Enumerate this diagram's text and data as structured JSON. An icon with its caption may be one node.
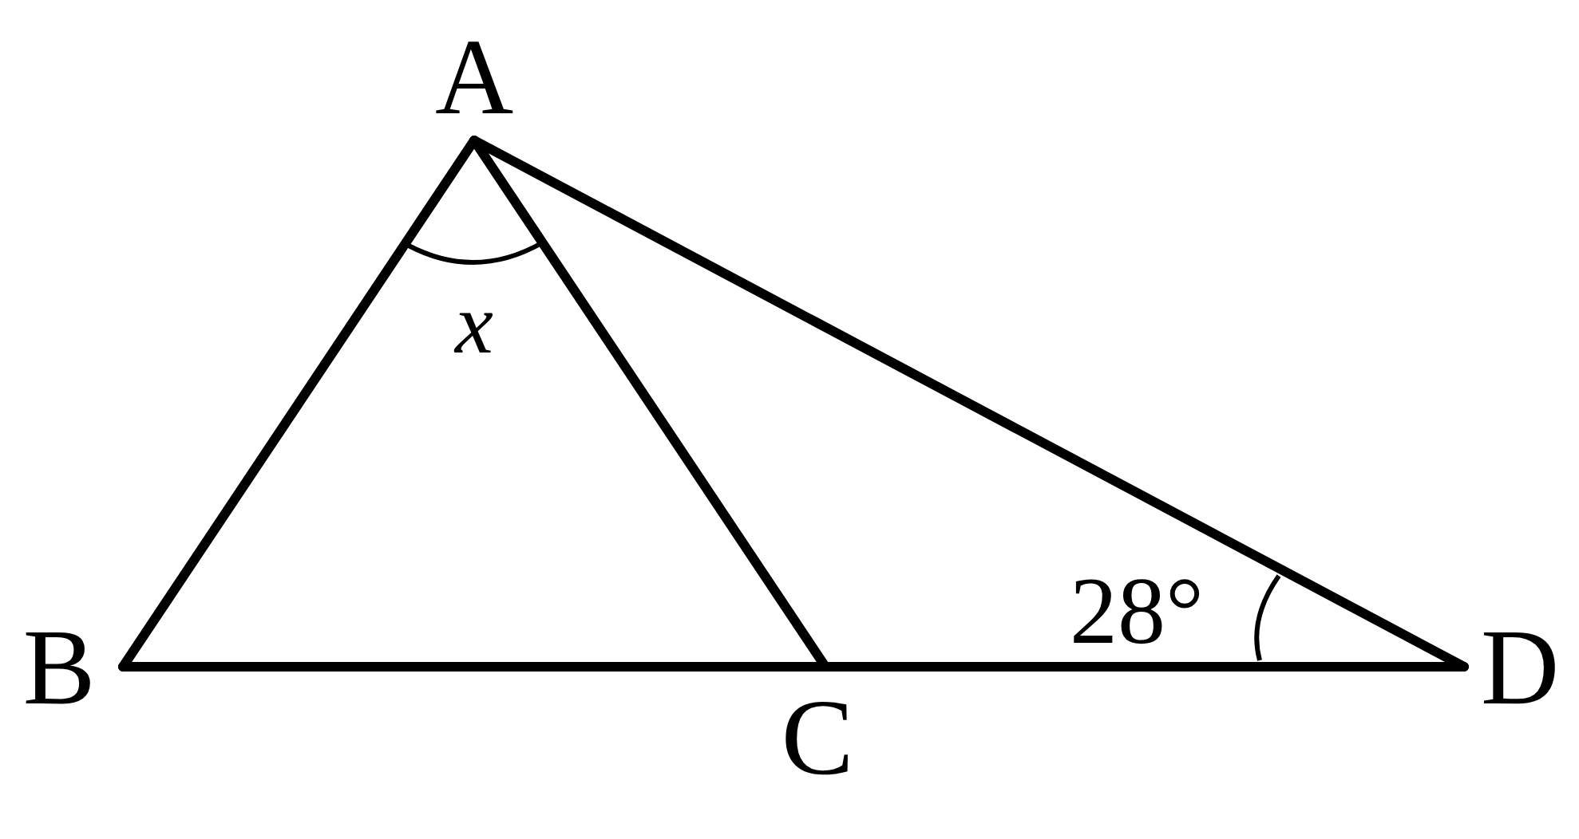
{
  "diagram": {
    "nodes": [
      {
        "text": [
          "A"
        ]
      },
      {
        "text": [
          "B"
        ]
      },
      {
        "text": [
          "C"
        ]
      },
      {
        "text": [
          "D"
        ]
      }
    ],
    "edges": [
      {
        "from": 0,
        "to": 1,
        "arrow": "none"
      },
      {
        "from": 0,
        "to": 2,
        "arrow": "none"
      },
      {
        "from": 0,
        "to": 3,
        "arrow": "none"
      },
      {
        "from": 1,
        "to": 2,
        "arrow": "none"
      },
      {
        "from": 2,
        "to": 3,
        "arrow": "none"
      }
    ],
    "labels": [
      "x",
      "28°"
    ]
  }
}
